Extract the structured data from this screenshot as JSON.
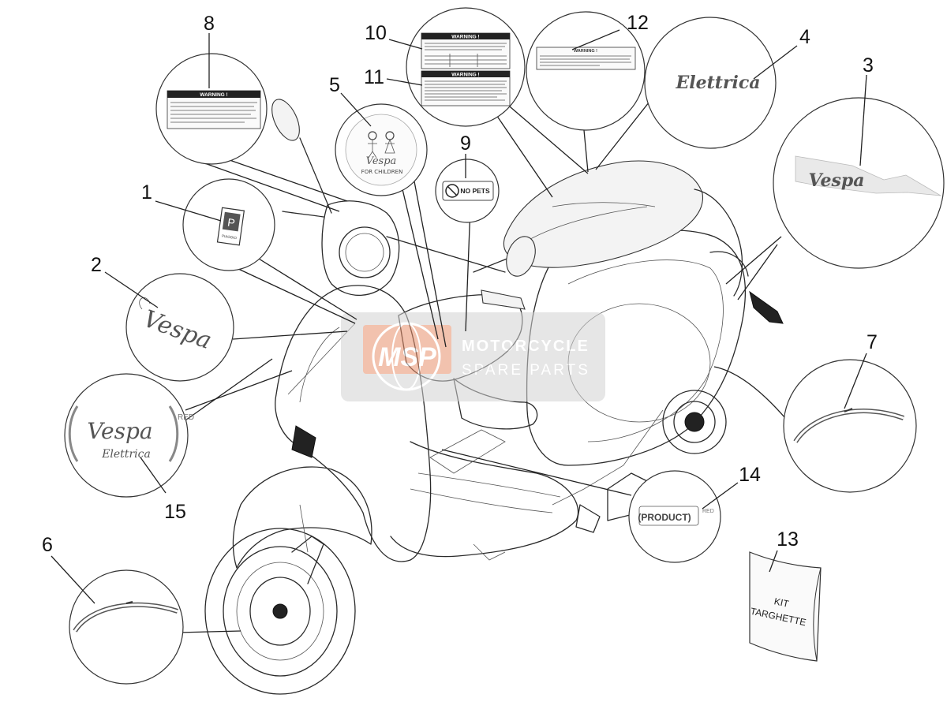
{
  "callouts": [
    {
      "id": "1",
      "label": "1"
    },
    {
      "id": "2",
      "label": "2"
    },
    {
      "id": "3",
      "label": "3"
    },
    {
      "id": "4",
      "label": "4"
    },
    {
      "id": "5",
      "label": "5"
    },
    {
      "id": "6",
      "label": "6"
    },
    {
      "id": "7",
      "label": "7"
    },
    {
      "id": "8",
      "label": "8"
    },
    {
      "id": "9",
      "label": "9"
    },
    {
      "id": "10",
      "label": "10"
    },
    {
      "id": "11",
      "label": "11"
    },
    {
      "id": "12",
      "label": "12"
    },
    {
      "id": "13",
      "label": "13"
    },
    {
      "id": "14",
      "label": "14"
    },
    {
      "id": "15",
      "label": "15"
    }
  ],
  "decals": {
    "warning_label": "WARNING !",
    "warning_label_12": "WARNING !",
    "elettrica_badge": "Elettrica",
    "vespa_logo": "Vespa",
    "for_children": "FOR CHILDREN",
    "no_pets": "NO PETS",
    "red_suffix": "RED",
    "elettrica_small": "Elettrica",
    "product_red": "(PRODUCT)",
    "product_red_suffix": "RED",
    "plate_brand": "PIAGGIO",
    "kit_line1": "KIT",
    "kit_line2": "TARGHETTE"
  },
  "watermark": {
    "logo": "MSP",
    "line1": "MOTORCYCLE",
    "line2": "SPARE PARTS"
  },
  "colors": {
    "line": "#222222",
    "watermark": "#c9c9c9",
    "msp_accent": "#e8825a"
  }
}
